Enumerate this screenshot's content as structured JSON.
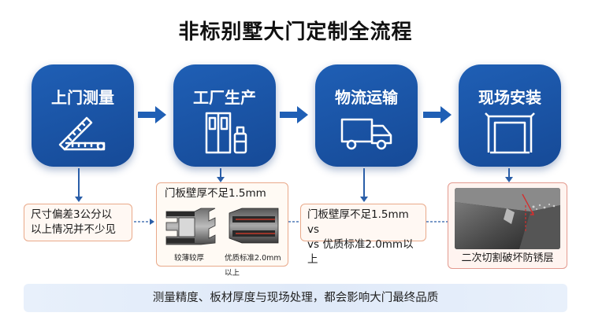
{
  "title": "非标别墅大门定制全流程",
  "steps": [
    {
      "label": "上门测量",
      "icon": "ruler-compass-icon"
    },
    {
      "label": "工厂生产",
      "icon": "door-paint-icon"
    },
    {
      "label": "物流运输",
      "icon": "truck-icon"
    },
    {
      "label": "现场安装",
      "icon": "door-frame-icon"
    }
  ],
  "notes": {
    "measure": [
      "尺寸偏差3公分以",
      "以上情况并不少见"
    ],
    "production": {
      "caption": "门板壁厚不足1.5mm",
      "thin_label": "较薄较厚",
      "standard_label": "优质标准2.0mm以上"
    },
    "transport": [
      "门板壁厚不足1.5mm vs",
      "vs 优质标准2.0mm以上"
    ],
    "install": {
      "caption": "二次切割破坏防锈层",
      "photo": "cut-metal-edge-photo"
    }
  },
  "footer": "测量精度、板材厚度与现场处理，都会影响大门最终品质",
  "colors": {
    "accent": "#1a56a8",
    "note_border": "#e9a98a",
    "banner": "#e3ecf9"
  }
}
